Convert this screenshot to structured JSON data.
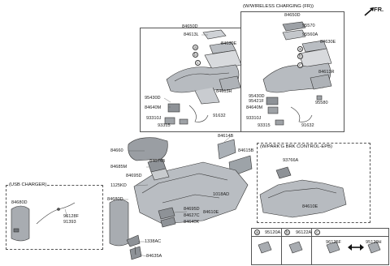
{
  "corner": {
    "fr_label": "FR."
  },
  "main_box_labels": {
    "p84650D": "84650D",
    "p84613L": "84613L",
    "p84630E": "84630E",
    "p84613R": "84613R",
    "p95430D": "95430D",
    "p84640M": "84640M",
    "p91632": "91632",
    "p93310J": "93310J",
    "p93315": "93315"
  },
  "wireless": {
    "header": "(W/WIRELESS CHARGING (FR))",
    "p84650D": "84650D",
    "p95570": "95570",
    "p95560A": "95560A",
    "p84630E": "84630E",
    "p84613R": "84613R",
    "p95430D": "95430D",
    "p95421F": "95421F",
    "p84640M": "84640M",
    "p95580": "95580",
    "p93310J": "93310J",
    "p91632": "91632",
    "p93315": "93315"
  },
  "center": {
    "p84614B": "84614B",
    "p84615B": "84615B",
    "p84660": "84660",
    "p84685M": "84685M",
    "p84674B": "84674B",
    "p84695D_top": "84695D",
    "p1125KD": "1125KD",
    "p1018AD": "1018AD",
    "p84680D": "84680D",
    "p84695D_bot": "84695D",
    "p84627C": "84627C",
    "p84610E": "84610E",
    "p84640K": "84640K",
    "p1338AC": "1338AC",
    "p84635A": "84635A"
  },
  "usb": {
    "header": "(USB CHARGER)",
    "p84680D": "84680D",
    "p96128F": "96128F",
    "p91393": "91393"
  },
  "epb": {
    "header": "(W/PARK'G BRK CONTROL-EPB)",
    "p93766A": "93766A",
    "p84610E": "84610E"
  },
  "legend": {
    "a_letter": "a",
    "a_part": "95120A",
    "b_letter": "b",
    "b_part": "96122A",
    "c_letter": "c",
    "c_part1": "96125F",
    "c_part2": "95120H"
  },
  "callouts": {
    "a": "a",
    "b": "b",
    "c": "c"
  }
}
